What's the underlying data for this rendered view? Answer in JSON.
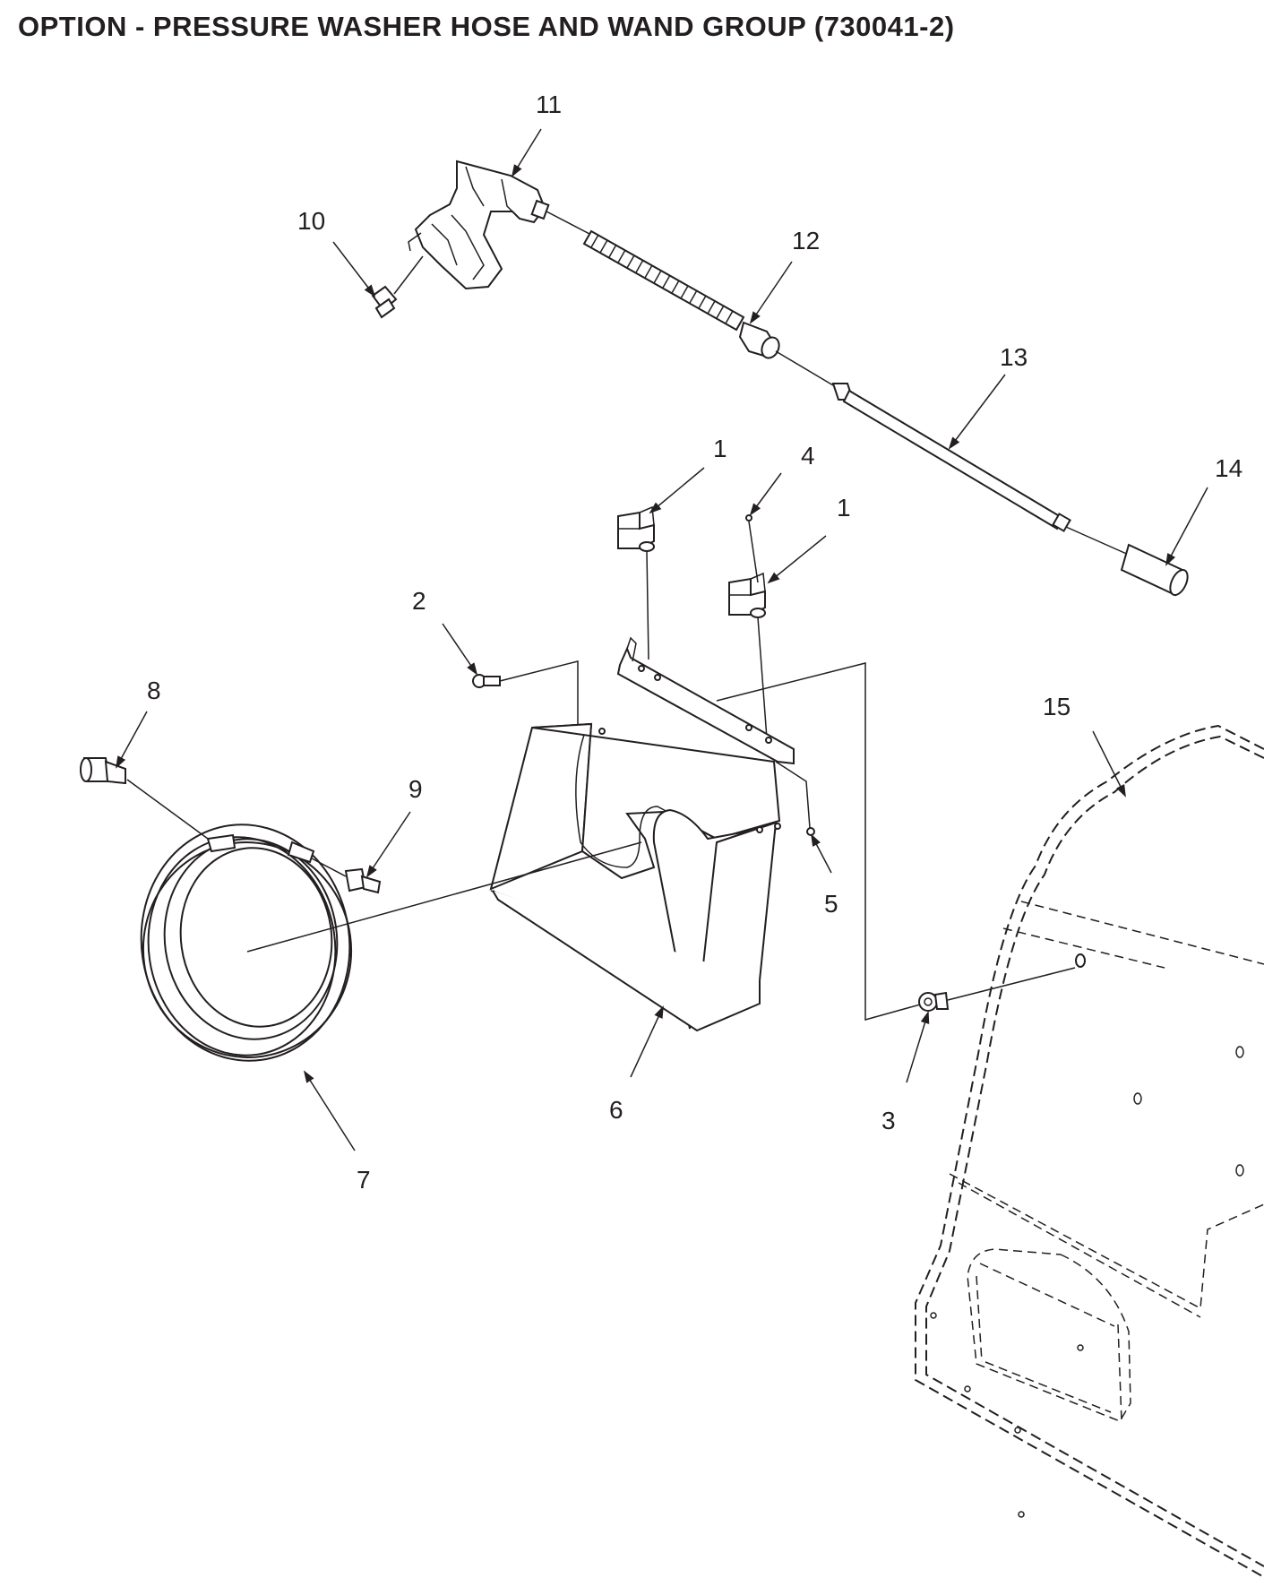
{
  "title": "OPTION - PRESSURE WASHER HOSE AND WAND GROUP (730041-2)",
  "callouts": [
    {
      "id": "c1a",
      "label": "1"
    },
    {
      "id": "c1b",
      "label": "1"
    },
    {
      "id": "c2",
      "label": "2"
    },
    {
      "id": "c3",
      "label": "3"
    },
    {
      "id": "c4",
      "label": "4"
    },
    {
      "id": "c5",
      "label": "5"
    },
    {
      "id": "c6",
      "label": "6"
    },
    {
      "id": "c7",
      "label": "7"
    },
    {
      "id": "c8",
      "label": "8"
    },
    {
      "id": "c9",
      "label": "9"
    },
    {
      "id": "c10",
      "label": "10"
    },
    {
      "id": "c11",
      "label": "11"
    },
    {
      "id": "c12",
      "label": "12"
    },
    {
      "id": "c13",
      "label": "13"
    },
    {
      "id": "c14",
      "label": "14"
    },
    {
      "id": "c15",
      "label": "15"
    }
  ],
  "colors": {
    "ink": "#231f20",
    "background": "#ffffff",
    "shade": "#9a9a9a"
  }
}
